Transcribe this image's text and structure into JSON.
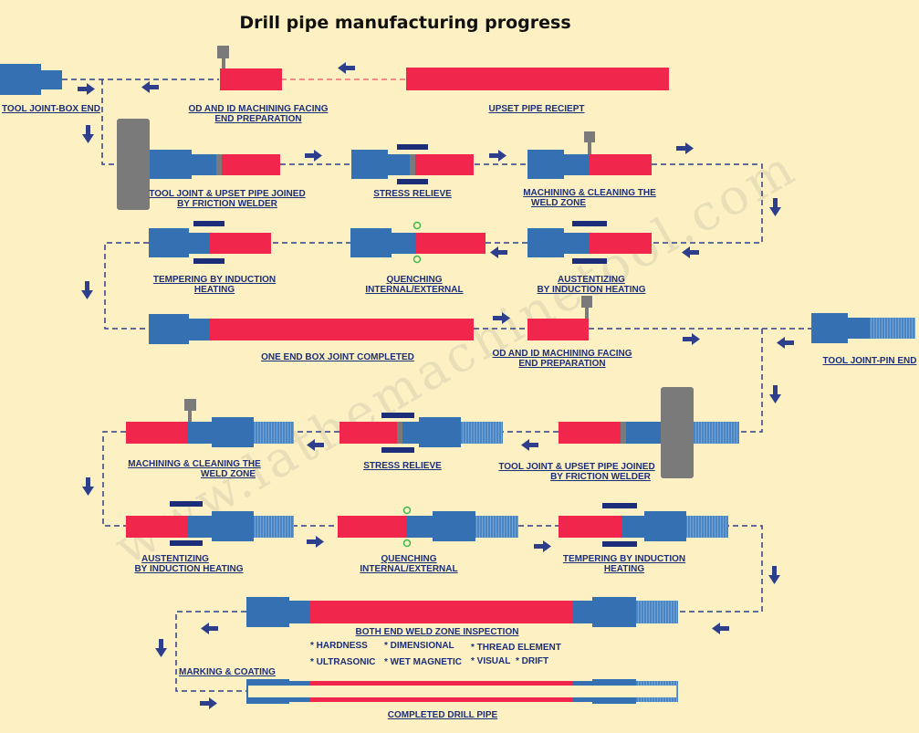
{
  "title": "Drill pipe manufacturing progress",
  "watermark": "www.lathemachinetool.com",
  "labels": {
    "box_end": "TOOL JOINT-BOX END",
    "od_id_1a": "OD AND ID MACHINING FACING",
    "od_id_1b": "END PREPARATION",
    "upset": "UPSET PIPE RECIEPT",
    "friction_1a": "TOOL JOINT & UPSET PIPE JOINED",
    "friction_1b": "BY FRICTION WELDER",
    "stress_1": "STRESS RELIEVE",
    "machining_1a": "MACHINING & CLEANING THE",
    "machining_1b": "WELD ZONE",
    "tempering_1a": "TEMPERING BY INDUCTION",
    "tempering_1b": "HEATING",
    "quench_1a": "QUENCHING",
    "quench_1b": "INTERNAL/EXTERNAL",
    "austen_1a": "AUSTENTIZING",
    "austen_1b": "BY INDUCTION HEATING",
    "one_end": "ONE END BOX JOINT COMPLETED",
    "od_id_2a": "OD AND ID MACHINING FACING",
    "od_id_2b": "END PREPARATION",
    "pin_end": "TOOL JOINT-PIN END",
    "machining_2a": "MACHINING & CLEANING THE",
    "machining_2b": "WELD ZONE",
    "stress_2": "STRESS RELIEVE",
    "friction_2a": "TOOL JOINT & UPSET PIPE JOINED",
    "friction_2b": "BY FRICTION WELDER",
    "austen_2a": "AUSTENTIZING",
    "austen_2b": "BY INDUCTION HEATING",
    "quench_2a": "QUENCHING",
    "quench_2b": "INTERNAL/EXTERNAL",
    "tempering_2a": "TEMPERING BY INDUCTION",
    "tempering_2b": "HEATING",
    "inspection": "BOTH END WELD ZONE INSPECTION",
    "marking": "MARKING & COATING",
    "completed": "COMPLETED DRILL PIPE"
  },
  "inspection_items": {
    "hardness": "* HARDNESS",
    "dimensional": "* DIMENSIONAL",
    "thread": "* THREAD ELEMENT",
    "ultrasonic": "* ULTRASONIC",
    "wet_magnetic": "* WET MAGNETIC",
    "visual": "* VISUAL",
    "drift": "* DRIFT"
  },
  "colors": {
    "pipe_red": "#f0264c",
    "joint_blue": "#3571b2",
    "flow_navy": "#2d3f8c",
    "tool_gray": "#7a7a7a",
    "background": "#fdf1c3"
  }
}
